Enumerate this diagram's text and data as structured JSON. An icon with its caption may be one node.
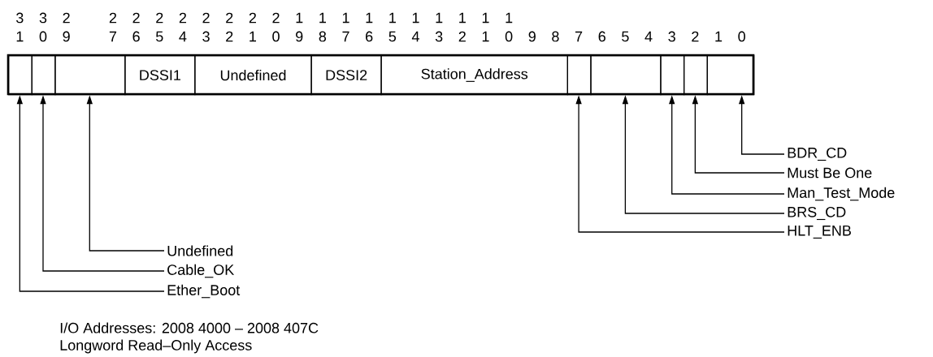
{
  "diagram": {
    "nodes": [
      {
        "text": [],
        "shape": "box"
      },
      {
        "text": [],
        "shape": "box"
      },
      {
        "text": [],
        "shape": "box"
      },
      {
        "text": [
          "DSSI1"
        ]
      },
      {
        "text": [
          "Undefined"
        ]
      },
      {
        "text": [
          "DSSI2"
        ]
      },
      {
        "text": [
          "Station_Address"
        ]
      },
      {
        "text": [],
        "shape": "box"
      },
      {
        "text": [],
        "shape": "box"
      },
      {
        "text": [],
        "shape": "box"
      },
      {
        "text": [],
        "shape": "box"
      },
      {
        "text": [],
        "shape": "box"
      },
      {
        "text": [
          "Undefined"
        ]
      },
      {
        "text": [
          "Cable_OK"
        ]
      },
      {
        "text": [
          "Ether_Boot"
        ]
      },
      {
        "text": [
          "BDR_CD"
        ]
      },
      {
        "text": [
          "Must Be One"
        ]
      },
      {
        "text": [
          "Man_Test_Mode"
        ]
      },
      {
        "text": [
          "BRS_CD"
        ]
      },
      {
        "text": [
          "HLT_ENB"
        ]
      }
    ],
    "edges": [
      {
        "from": 14,
        "to": 0,
        "arrow": "to"
      },
      {
        "from": 13,
        "to": 1,
        "arrow": "to"
      },
      {
        "from": 12,
        "to": 2,
        "arrow": "to"
      },
      {
        "from": 19,
        "to": 7,
        "arrow": "to"
      },
      {
        "from": 18,
        "to": 8,
        "arrow": "to"
      },
      {
        "from": 17,
        "to": 9,
        "arrow": "to"
      },
      {
        "from": 16,
        "to": 10,
        "arrow": "to"
      },
      {
        "from": 15,
        "to": 11,
        "arrow": "to"
      }
    ],
    "labels": [
      "3",
      "3",
      "2",
      "2",
      "2",
      "2",
      "2",
      "2",
      "2",
      "2",
      "2",
      "1",
      "1",
      "1",
      "1",
      "1",
      "1",
      "1",
      "1",
      "1",
      "1",
      "1",
      "0",
      "9",
      "7",
      "6",
      "5",
      "4",
      "3",
      "2",
      "1",
      "0",
      "9",
      "8",
      "7",
      "6",
      "5",
      "4",
      "3",
      "2",
      "1",
      "0",
      "9",
      "8",
      "7",
      "6",
      "5",
      "4",
      "3",
      "2",
      "1",
      "0",
      "I/O Addresses: 2008 4000 – 2008 407C",
      "Longword Read–Only Access"
    ]
  }
}
